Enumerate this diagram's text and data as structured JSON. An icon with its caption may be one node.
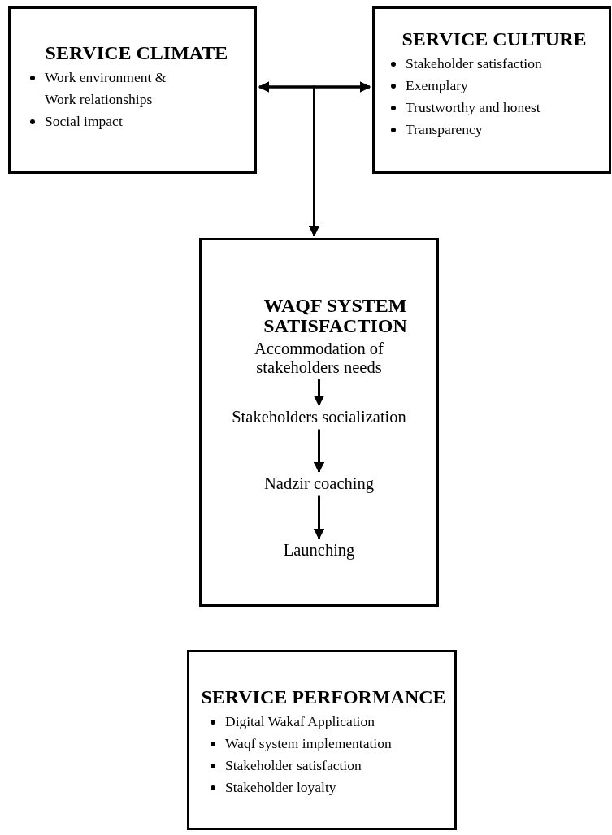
{
  "diagram": {
    "nodes": [
      {
        "text": [
          "SERVICE CLIMATE",
          "Work environment & Work relationships",
          "Social impact"
        ]
      },
      {
        "text": [
          "SERVICE CULTURE",
          "Stakeholder satisfaction",
          "Exemplary",
          "Trustworthy and honest",
          "Transparency"
        ]
      },
      {
        "text": [
          "WAQF SYSTEM SATISFACTION"
        ]
      },
      {
        "text": [
          "Accommodation of stakeholders needs"
        ],
        "in": 2
      },
      {
        "text": [
          "Stakeholders socialization"
        ],
        "in": 2
      },
      {
        "text": [
          "Nadzir coaching"
        ],
        "in": 2
      },
      {
        "text": [
          "Launching"
        ],
        "in": 2
      },
      {
        "text": [
          "SERVICE PERFORMANCE",
          "Digital Wakaf Application",
          "Waqf system implementation",
          "Stakeholder satisfaction",
          "Stakeholder loyalty"
        ]
      }
    ],
    "edges": [
      {
        "from": 0,
        "to": 1,
        "arrow": "both"
      },
      {
        "from": 0,
        "to": 2,
        "arrow": "to"
      },
      {
        "from": 1,
        "to": 2,
        "arrow": "to"
      },
      {
        "from": 3,
        "to": 4,
        "arrow": "to"
      },
      {
        "from": 4,
        "to": 5,
        "arrow": "to"
      },
      {
        "from": 5,
        "to": 6,
        "arrow": "to"
      }
    ]
  }
}
